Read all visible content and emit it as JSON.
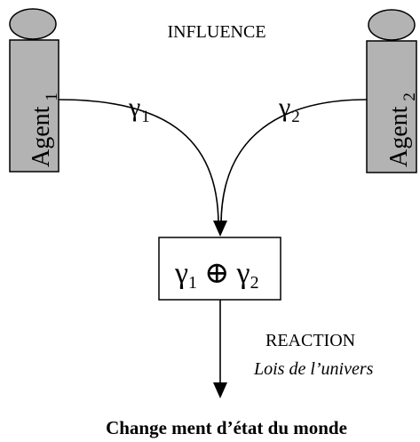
{
  "diagram": {
    "influence_label": "INFLUENCE",
    "agent1": {
      "name": "Agent",
      "sub": "1",
      "fill": "#b3b3b3"
    },
    "agent2": {
      "name": "Agent",
      "sub": "2",
      "fill": "#b3b3b3"
    },
    "gamma1": {
      "symbol": "γ",
      "sub": "1"
    },
    "gamma2": {
      "symbol": "γ",
      "sub": "2"
    },
    "combine": {
      "g1": "γ",
      "s1": "1",
      "op": "⊕",
      "g2": "γ",
      "s2": "2"
    },
    "reaction_label": "REACTION",
    "reaction_sub": "Lois de l’univers",
    "result_label": "Change ment d’état du monde"
  }
}
